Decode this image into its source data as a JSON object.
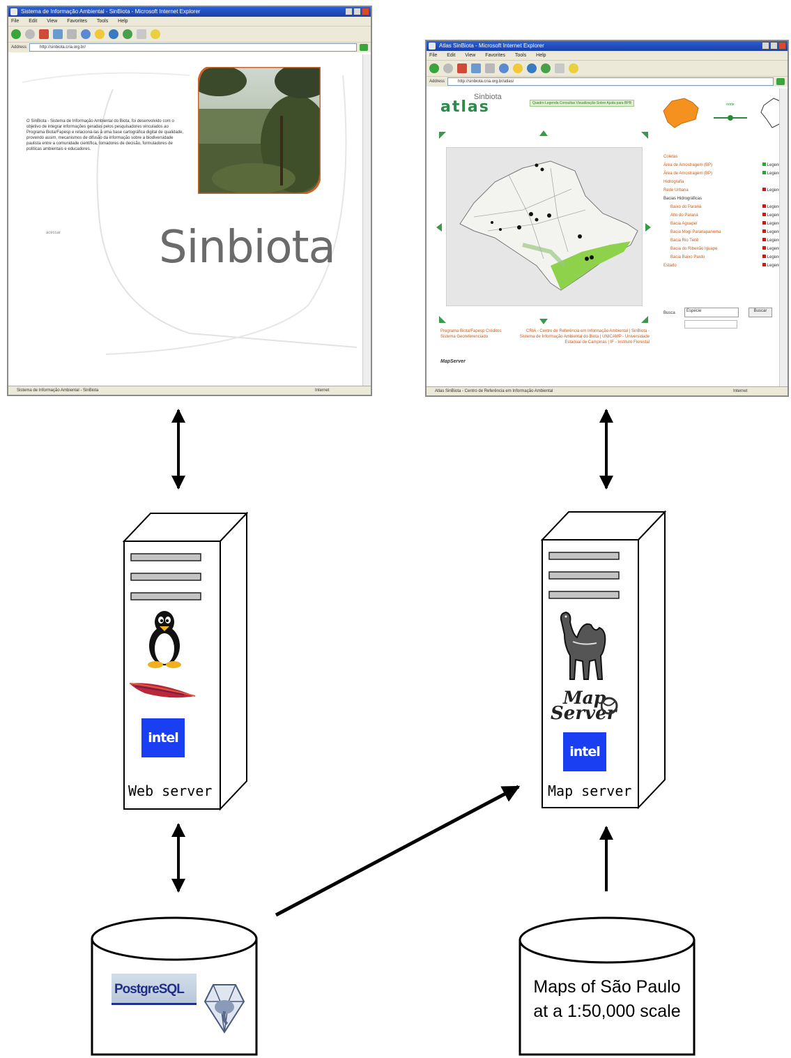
{
  "left_browser": {
    "title": "Sistema de Informação Ambiental - SinBiota - Microsoft Internet Explorer",
    "menu": [
      "File",
      "Edit",
      "View",
      "Favorites",
      "Tools",
      "Help"
    ],
    "address": "http://sinbiota.cria.org.br/",
    "intro_text": "O SinBiota - Sistema de Informação Ambiental do Biota, foi desenvolvido com o objetivo de integrar informações geradas pelos pesquisadores vinculados ao Programa Biota/Fapesp e relacioná-las à uma base cartográfica digital de qualidade, provendo assim, mecanismos de difusão da informação sobre a biodiversidade paulista entre a comunidade científica, tomadores de decisão, formuladores de políticas ambientais e educadores.",
    "side_link": "acessar",
    "logo_text": "Sinbiota",
    "status": "Sistema de Informação Ambiental - SinBiota",
    "status_zone": "Internet"
  },
  "right_browser": {
    "title": "Atlas SinBiota - Microsoft Internet Explorer",
    "menu": [
      "File",
      "Edit",
      "View",
      "Favorites",
      "Tools",
      "Help"
    ],
    "address": "http://sinbiota.cria.org.br/atlas/",
    "logo_sub": "Sinbiota",
    "logo_main": "atlas",
    "green_box": "Quadro Legenda Consultas Visualização Sobre Ajuda para BPB",
    "layer_heading": "Coletas",
    "layers": [
      {
        "label": "Área de Amostragem (BP)",
        "tag": "Legenda"
      },
      {
        "label": "Área de Amostragem (BP)",
        "tag": "Legenda"
      },
      {
        "label": "Hidrografia",
        "tag": ""
      },
      {
        "label": "Rede Urbana",
        "tag": "Legenda"
      },
      {
        "label": "Bacias Hidrográficas",
        "tag": ""
      },
      {
        "label": "Baixo do Paraná",
        "tag": "Legenda"
      },
      {
        "label": "Alto do Paraná",
        "tag": "Legenda"
      },
      {
        "label": "Bacia Aguapeí",
        "tag": "Legenda"
      },
      {
        "label": "Bacia Mogi Paranapanema",
        "tag": "Legenda"
      },
      {
        "label": "Bacia Rio Tietê",
        "tag": "Legenda"
      },
      {
        "label": "Bacia do Ribeirão Iguape",
        "tag": "Legenda"
      },
      {
        "label": "Bacia Baixo Pardo",
        "tag": "Legenda"
      },
      {
        "label": "Estado",
        "tag": "Legenda"
      }
    ],
    "search_label": "Busca",
    "search_value": "Espécie",
    "search_button": "Buscar",
    "footer_left": "Programa Biota/Fapesp Créditos Sistema Georeferenciado",
    "footer_right": "CRIA - Centro de Referência em Informação Ambiental | SinBiota - Sistema de Informação Ambiental do Biota | UNICAMP - Universidade Estadual de Campinas | IF - Instituto Florestal",
    "powered_by": "MapServer",
    "status": "Atlas SinBiota - Centro de Referência em Informação Ambiental",
    "status_zone": "Internet"
  },
  "web_server": {
    "label": "Web server",
    "logos": [
      "linux-tux-icon",
      "apache-feather-icon",
      "intel-icon"
    ],
    "intel_text": "intel"
  },
  "map_server": {
    "label": "Map server",
    "logos": [
      "perl-camel-icon",
      "mapserver-icon",
      "intel-icon"
    ],
    "mapserver_text_1": "Map",
    "mapserver_text_2": "Server",
    "intel_text": "intel"
  },
  "postgres_db": {
    "logo_text": "PostgreSQL"
  },
  "maps_db": {
    "line1": "Maps of São Paulo",
    "line2": "at a 1:50,000 scale"
  },
  "connections": [
    {
      "from": "left_browser",
      "to": "web_server",
      "type": "bidirectional"
    },
    {
      "from": "right_browser",
      "to": "map_server",
      "type": "bidirectional"
    },
    {
      "from": "web_server",
      "to": "postgres_db",
      "type": "bidirectional"
    },
    {
      "from": "postgres_db",
      "to": "map_server",
      "type": "directed"
    },
    {
      "from": "maps_db",
      "to": "map_server",
      "type": "directed"
    }
  ],
  "colors": {
    "titlebar": "#1a3fa8",
    "intel_blue": "#1a3ff2",
    "sinbiota_orange": "#e07a1f",
    "atlas_green": "#2d8a4d",
    "map_green": "#8ed14a"
  }
}
